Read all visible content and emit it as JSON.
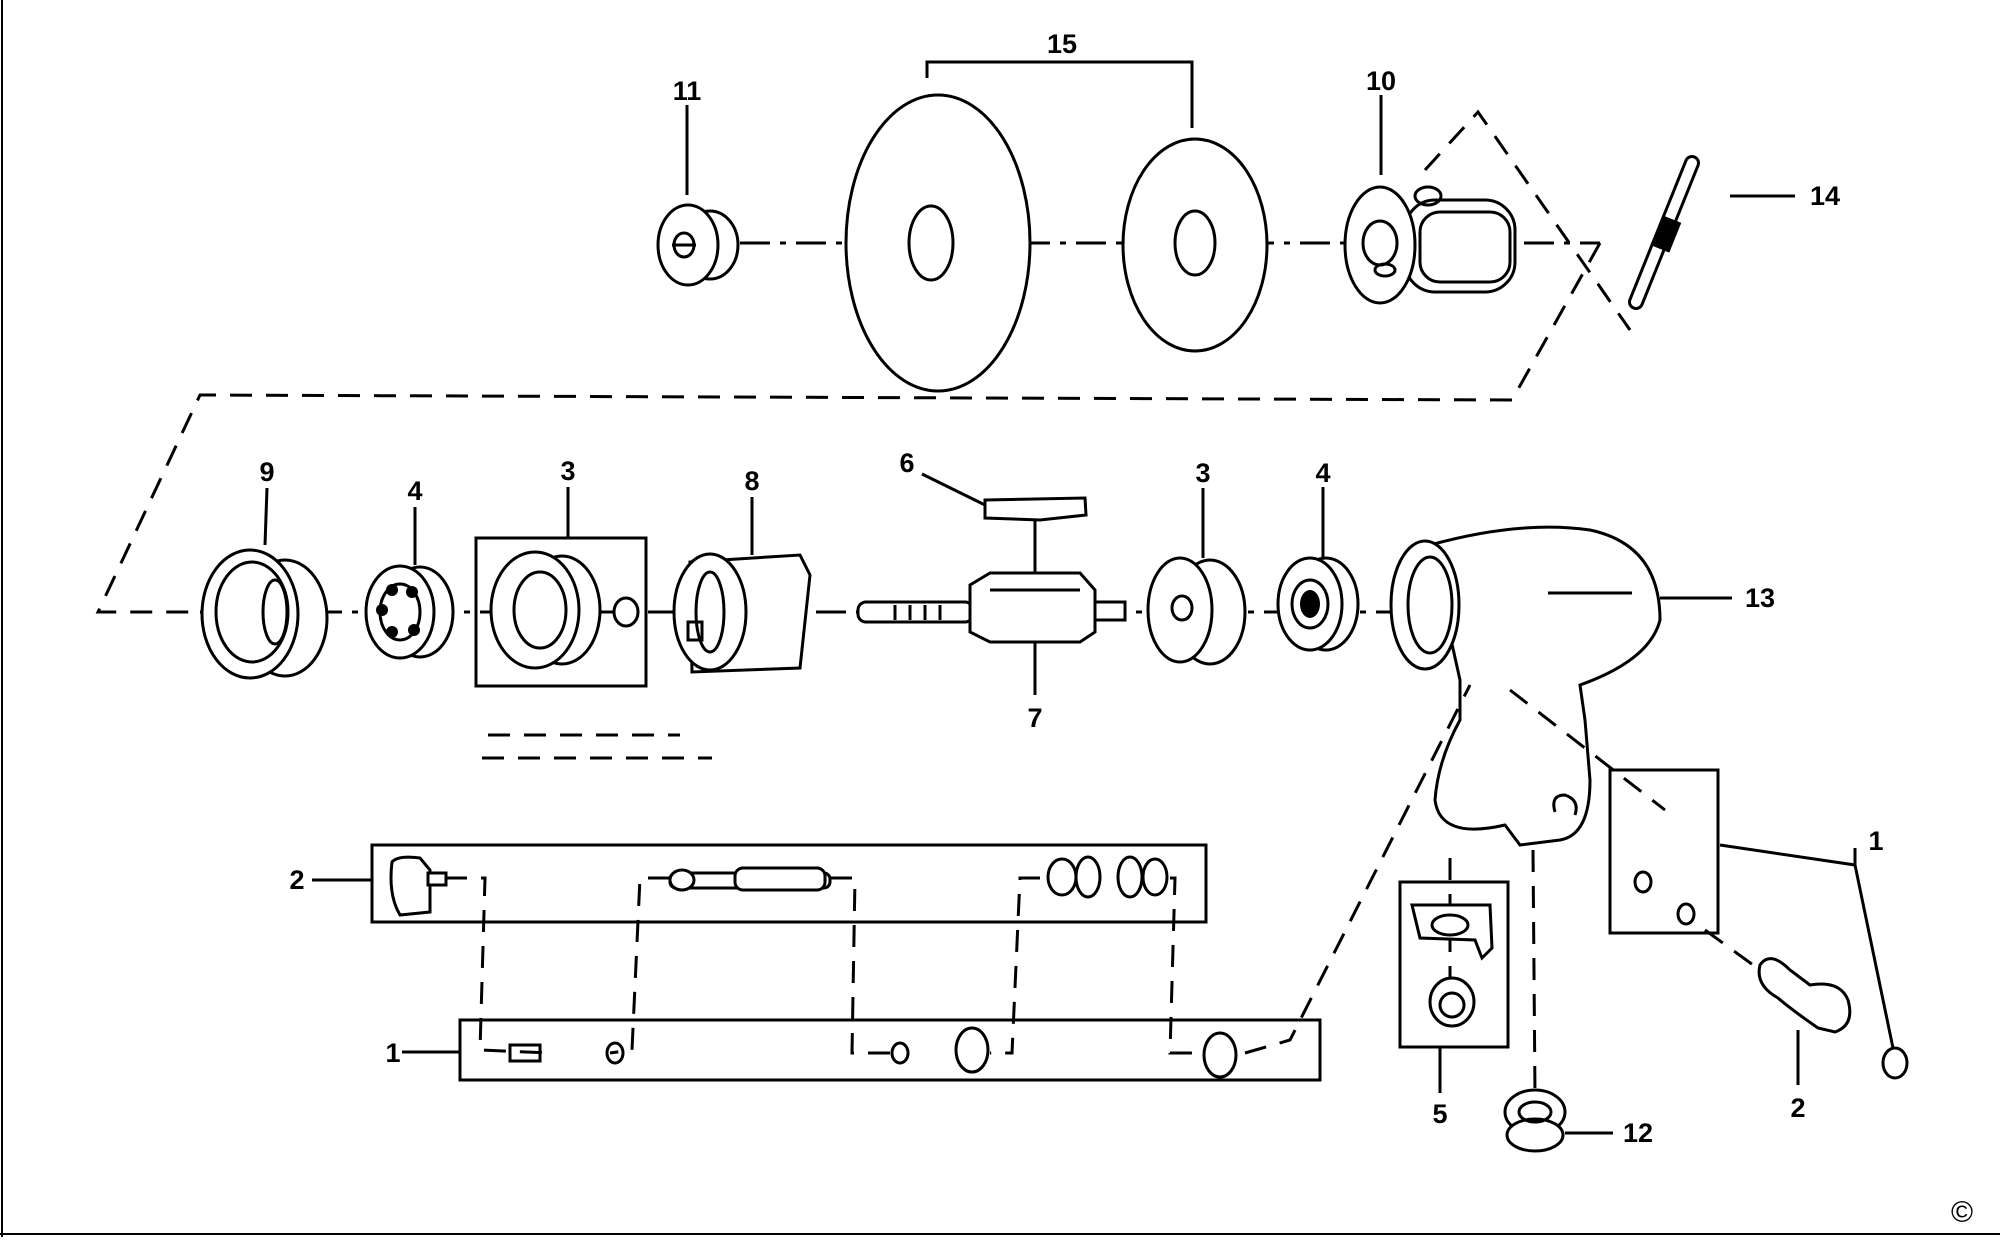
{
  "diagram": {
    "callouts": {
      "c1_top_right": "1",
      "c1_bottom_left": "1",
      "c2_mid_left": "2",
      "c2_bottom_right": "2",
      "c3_left": "3",
      "c3_right": "3",
      "c4_left": "4",
      "c4_right": "4",
      "c5": "5",
      "c6": "6",
      "c7": "7",
      "c8": "8",
      "c9": "9",
      "c10": "10",
      "c11": "11",
      "c12": "12",
      "c13": "13",
      "c14": "14",
      "c15": "15"
    },
    "copyright": "©"
  }
}
